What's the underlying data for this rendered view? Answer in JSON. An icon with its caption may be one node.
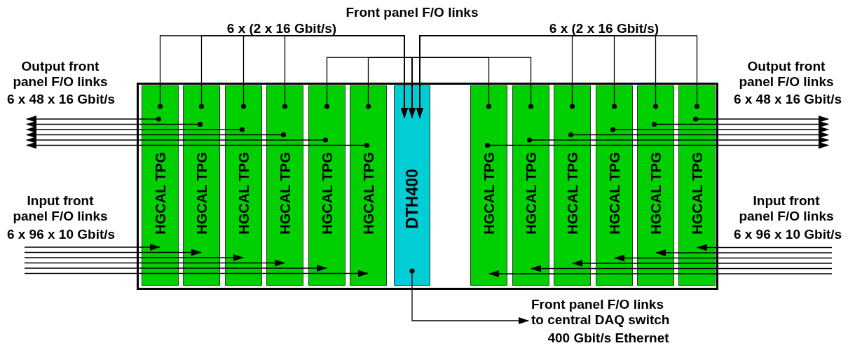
{
  "diagram": {
    "nodes": [
      {
        "text": [],
        "shape": "box"
      },
      {
        "text": [
          "HGCAL TPG"
        ],
        "in": 0
      },
      {
        "text": [
          "HGCAL TPG"
        ],
        "in": 0
      },
      {
        "text": [
          "HGCAL TPG"
        ],
        "in": 0
      },
      {
        "text": [
          "HGCAL TPG"
        ],
        "in": 0
      },
      {
        "text": [
          "HGCAL TPG"
        ],
        "in": 0
      },
      {
        "text": [
          "HGCAL TPG"
        ],
        "in": 0
      },
      {
        "text": [
          "DTH400"
        ],
        "in": 0
      },
      {
        "text": [
          "HGCAL TPG"
        ],
        "in": 0
      },
      {
        "text": [
          "HGCAL TPG"
        ],
        "in": 0
      },
      {
        "text": [
          "HGCAL TPG"
        ],
        "in": 0
      },
      {
        "text": [
          "HGCAL TPG"
        ],
        "in": 0
      },
      {
        "text": [
          "HGCAL TPG"
        ],
        "in": 0
      },
      {
        "text": [
          "HGCAL TPG"
        ],
        "in": 0
      },
      {
        "text": [
          "Front panel F/O links to central DAQ switch",
          "400 Gbit/s Ethernet"
        ]
      }
    ],
    "edges": [
      {
        "from": 1,
        "to": 7,
        "arrow": "to"
      },
      {
        "from": 2,
        "to": 7,
        "arrow": "to"
      },
      {
        "from": 3,
        "to": 7,
        "arrow": "to"
      },
      {
        "from": 4,
        "to": 7,
        "arrow": "to"
      },
      {
        "from": 5,
        "to": 7,
        "arrow": "to"
      },
      {
        "from": 6,
        "to": 7,
        "arrow": "to"
      },
      {
        "from": 8,
        "to": 7,
        "arrow": "to"
      },
      {
        "from": 9,
        "to": 7,
        "arrow": "to"
      },
      {
        "from": 10,
        "to": 7,
        "arrow": "to"
      },
      {
        "from": 11,
        "to": 7,
        "arrow": "to"
      },
      {
        "from": 12,
        "to": 7,
        "arrow": "to"
      },
      {
        "from": 13,
        "to": 7,
        "arrow": "to"
      },
      {
        "from": 1,
        "to": null,
        "arrow": "to"
      },
      {
        "from": 2,
        "to": null,
        "arrow": "to"
      },
      {
        "from": 3,
        "to": null,
        "arrow": "to"
      },
      {
        "from": 4,
        "to": null,
        "arrow": "to"
      },
      {
        "from": 5,
        "to": null,
        "arrow": "to"
      },
      {
        "from": 6,
        "to": null,
        "arrow": "to"
      },
      {
        "from": 8,
        "to": null,
        "arrow": "to"
      },
      {
        "from": 9,
        "to": null,
        "arrow": "to"
      },
      {
        "from": 10,
        "to": null,
        "arrow": "to"
      },
      {
        "from": 11,
        "to": null,
        "arrow": "to"
      },
      {
        "from": 12,
        "to": null,
        "arrow": "to"
      },
      {
        "from": 13,
        "to": null,
        "arrow": "to"
      },
      {
        "from": null,
        "to": 1,
        "arrow": "to"
      },
      {
        "from": null,
        "to": 2,
        "arrow": "to"
      },
      {
        "from": null,
        "to": 3,
        "arrow": "to"
      },
      {
        "from": null,
        "to": 4,
        "arrow": "to"
      },
      {
        "from": null,
        "to": 5,
        "arrow": "to"
      },
      {
        "from": null,
        "to": 6,
        "arrow": "to"
      },
      {
        "from": null,
        "to": 8,
        "arrow": "to"
      },
      {
        "from": null,
        "to": 9,
        "arrow": "to"
      },
      {
        "from": null,
        "to": 10,
        "arrow": "to"
      },
      {
        "from": null,
        "to": 11,
        "arrow": "to"
      },
      {
        "from": null,
        "to": 12,
        "arrow": "to"
      },
      {
        "from": null,
        "to": 13,
        "arrow": "to"
      },
      {
        "from": 7,
        "to": 14,
        "arrow": "to"
      }
    ],
    "labels": [
      "Front panel F/O links",
      "6 x (2 x 16 Gbit/s)",
      "6 x (2 x 16 Gbit/s)",
      "Output front panel F/O links",
      "Output front panel F/O links",
      "6 x 48 x 16 Gbit/s",
      "6 x 48 x 16 Gbit/s",
      "Input front panel F/O links",
      "Input front panel F/O links",
      "6 x 96 x 10 Gbit/s",
      "6 x 96 x 10 Gbit/s"
    ]
  }
}
